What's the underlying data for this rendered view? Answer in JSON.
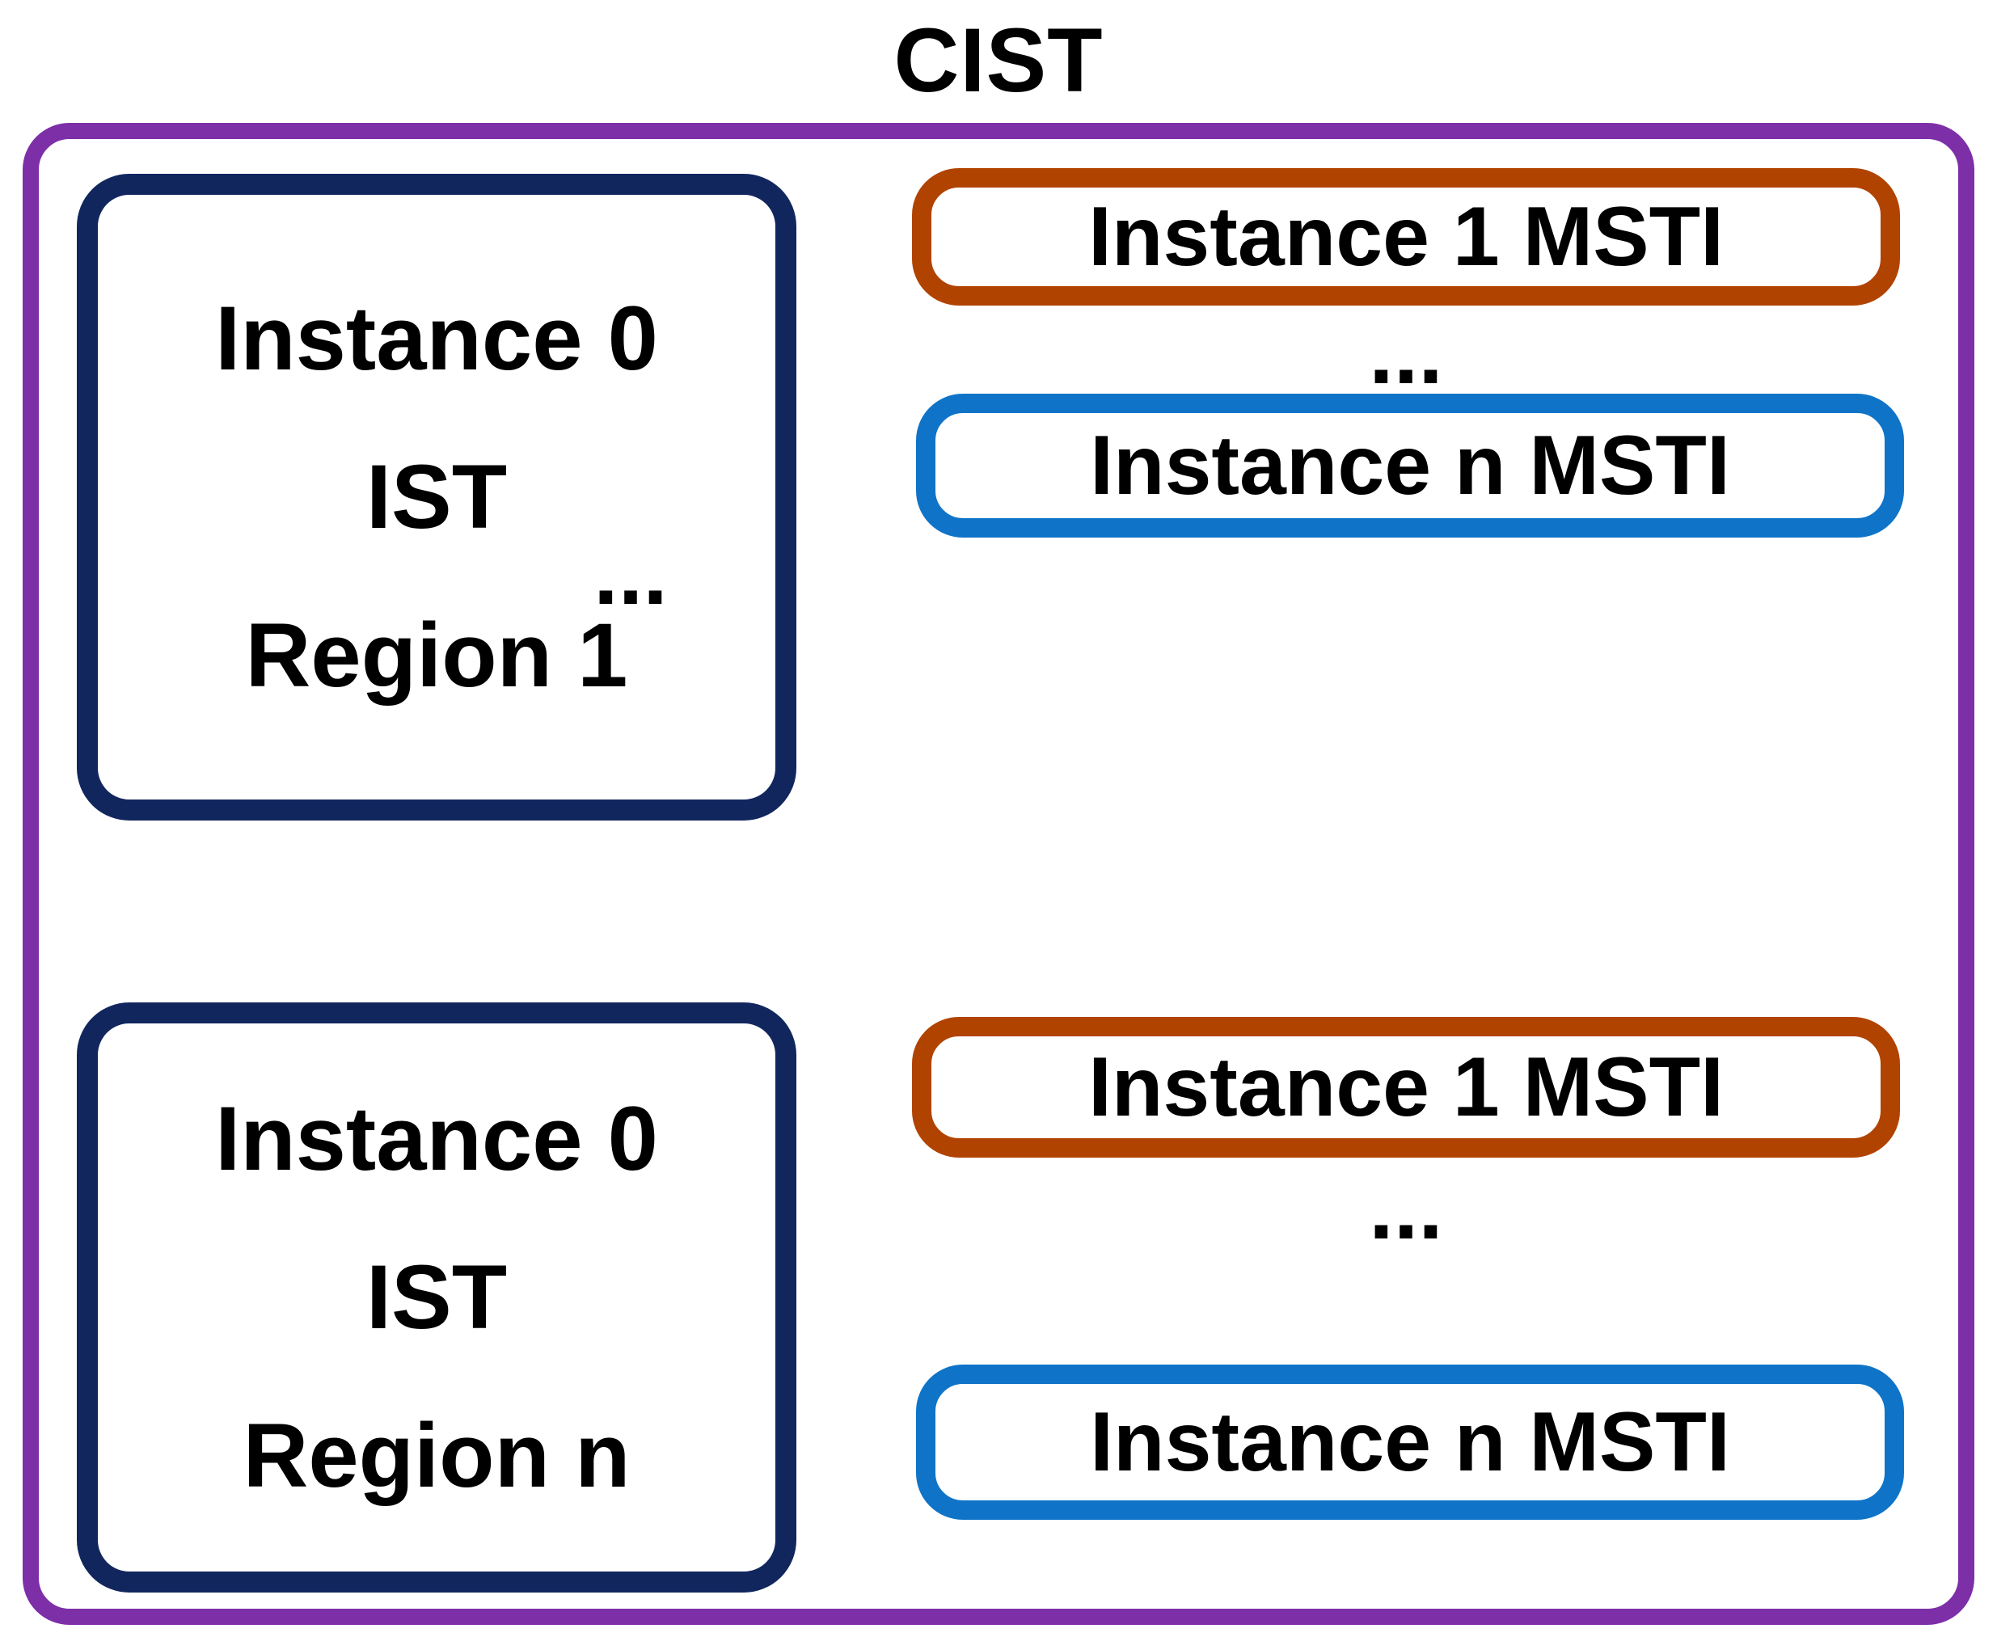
{
  "title": "CIST",
  "colors": {
    "outer": "#7d2fa8",
    "navy": "#12265e",
    "orange": "#b14300",
    "blue": "#0f74c8",
    "text": "#000000"
  },
  "middle_ellipsis": "...",
  "regions": [
    {
      "ist": {
        "line1": "Instance 0",
        "line2": "IST",
        "line3": "Region 1"
      },
      "msti_first": "Instance 1 MSTI",
      "ellipsis": "...",
      "msti_last": "Instance n MSTI"
    },
    {
      "ist": {
        "line1": "Instance 0",
        "line2": "IST",
        "line3": "Region n"
      },
      "msti_first": "Instance 1 MSTI",
      "ellipsis": "...",
      "msti_last": "Instance n MSTI"
    }
  ]
}
